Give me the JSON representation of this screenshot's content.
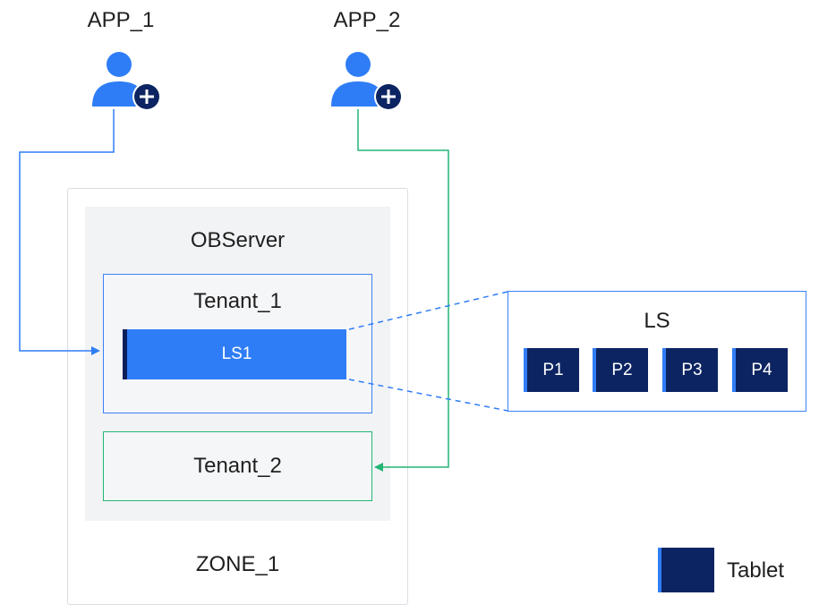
{
  "apps": {
    "app1": "APP_1",
    "app2": "APP_2"
  },
  "zone": {
    "label": "ZONE_1",
    "observer": {
      "label": "OBServer",
      "tenant1": {
        "label": "Tenant_1",
        "ls": "LS1"
      },
      "tenant2": {
        "label": "Tenant_2"
      }
    }
  },
  "ls_detail": {
    "label": "LS",
    "partitions": [
      "P1",
      "P2",
      "P3",
      "P4"
    ]
  },
  "legend": {
    "tablet": "Tablet"
  },
  "icons": {
    "user_add": "user-add-icon"
  },
  "colors": {
    "blue": "#2f7df6",
    "navy": "#0c2461",
    "green": "#22b573",
    "border_gray": "#d9dde3",
    "panel_gray": "#f2f3f5"
  }
}
